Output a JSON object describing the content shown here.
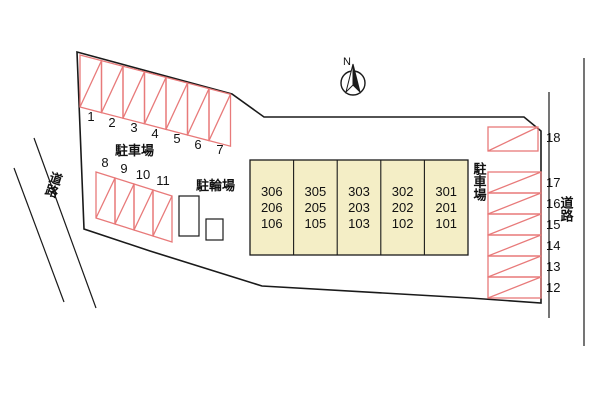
{
  "plan": {
    "north_label": "N",
    "roads": {
      "left": "道路",
      "right": "道路"
    },
    "areas": {
      "parking_left_label": "駐車場",
      "parking_right_label": "駐車場",
      "bicycle_label": "駐輪場"
    },
    "stalls": {
      "top_row": [
        "1",
        "2",
        "3",
        "4",
        "5",
        "6",
        "7"
      ],
      "mid_row": [
        "8",
        "9",
        "10",
        "11"
      ],
      "right_top": "18",
      "right_column": [
        "17",
        "16",
        "15",
        "14",
        "13",
        "12"
      ]
    },
    "building": {
      "columns": [
        [
          "306",
          "206",
          "106"
        ],
        [
          "305",
          "205",
          "105"
        ],
        [
          "303",
          "203",
          "103"
        ],
        [
          "302",
          "202",
          "102"
        ],
        [
          "301",
          "201",
          "101"
        ]
      ]
    },
    "colors": {
      "stall_red": "#e87a7a",
      "building_fill": "#f4eec6",
      "line_black": "#1a1a1a"
    }
  }
}
